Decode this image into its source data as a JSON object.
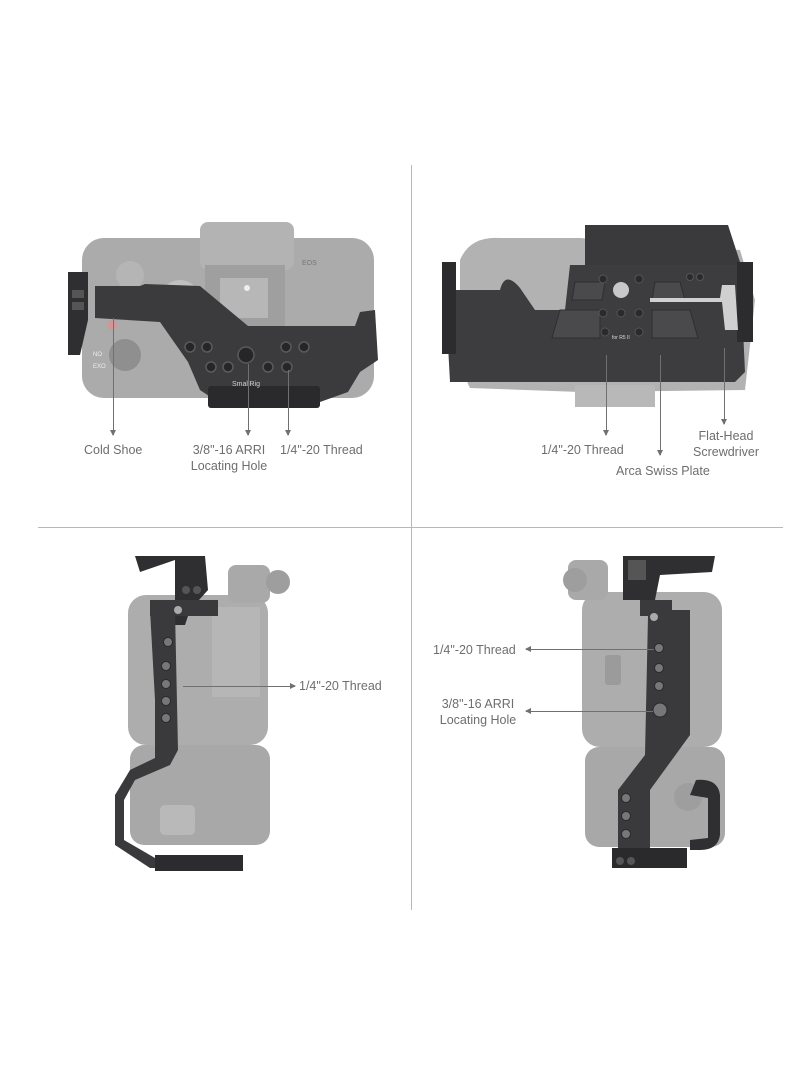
{
  "layout": {
    "panels": 4,
    "divider_color": "#b8b8b8",
    "label_color": "#6e6e6e",
    "cage_color": "#3a3a3c",
    "camera_color": "#a9a9a9"
  },
  "panels": {
    "top_left": {
      "view": "top view",
      "brand_marking": "SmallRig",
      "labels": [
        {
          "text": "Cold Shoe"
        },
        {
          "text": "3/8\"-16 ARRI",
          "text2": "Locating Hole"
        },
        {
          "text": "1/4\"-20 Thread"
        }
      ]
    },
    "top_right": {
      "view": "bottom view",
      "plate_marking": "for R5 II",
      "labels": [
        {
          "text": "1/4\"-20 Thread"
        },
        {
          "text": "Arca Swiss Plate"
        },
        {
          "text": "Flat-Head",
          "text2": "Screwdriver"
        }
      ]
    },
    "bottom_left": {
      "view": "left side view",
      "labels": [
        {
          "text": "1/4\"-20 Thread"
        }
      ]
    },
    "bottom_right": {
      "view": "right side view",
      "labels": [
        {
          "text": "1/4\"-20 Thread"
        },
        {
          "text": "3/8\"-16 ARRI",
          "text2": "Locating Hole"
        }
      ]
    }
  }
}
